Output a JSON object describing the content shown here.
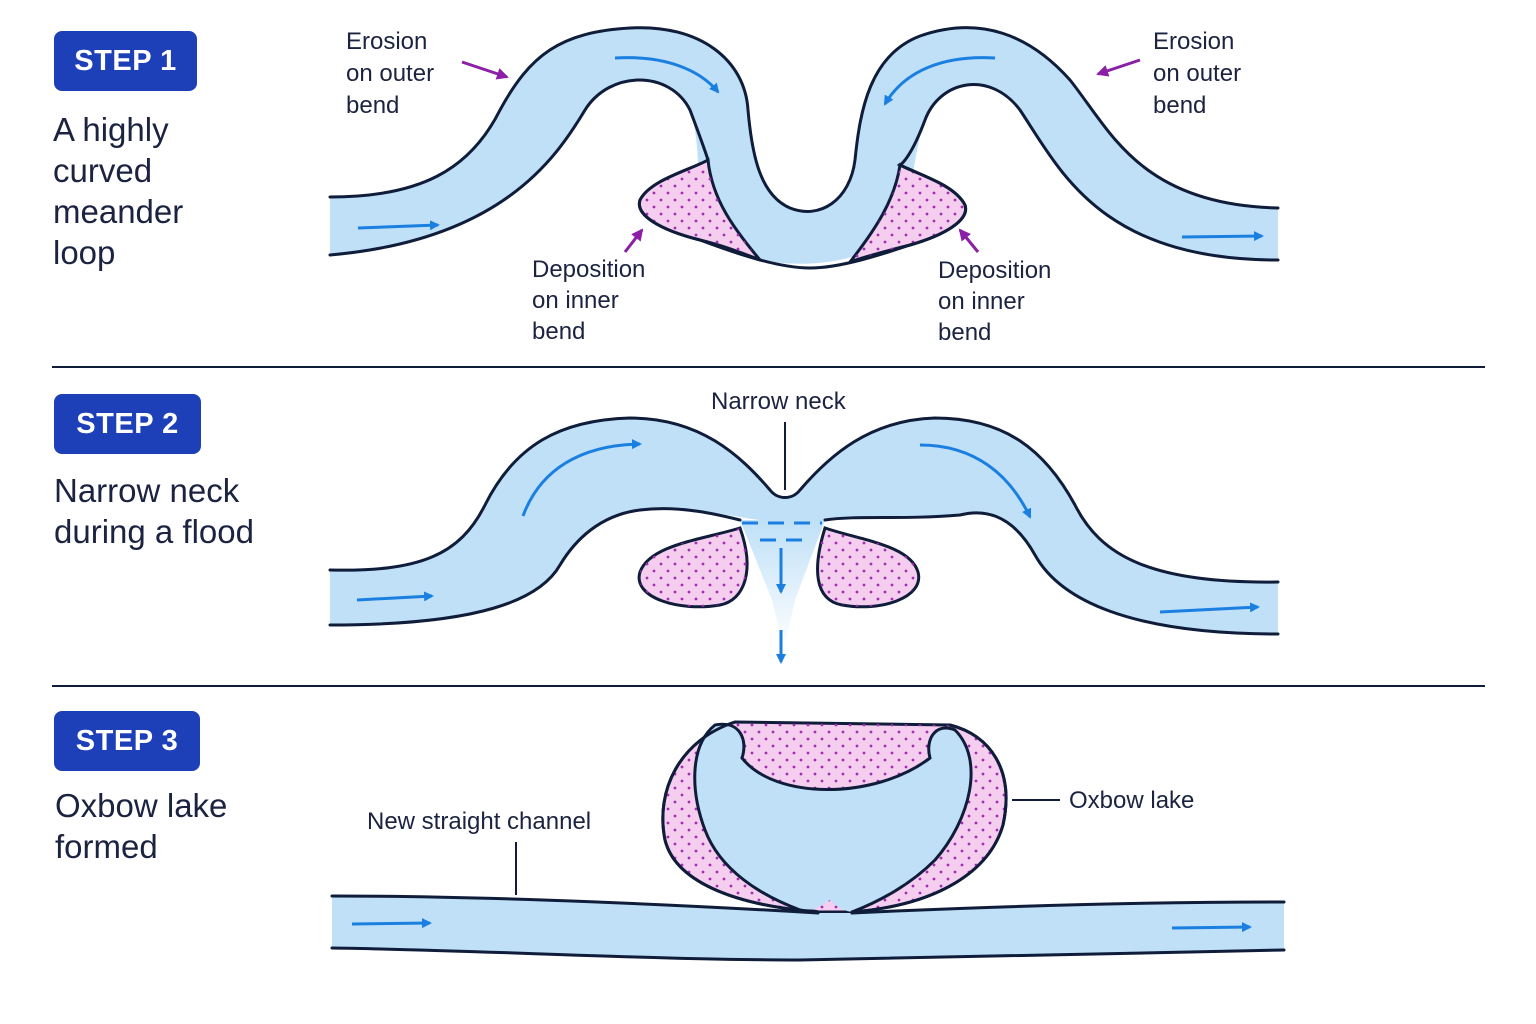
{
  "colors": {
    "water": "#bfe0f7",
    "outline": "#0f1c3a",
    "flow_arrow": "#1a7fe0",
    "deposit": "#f4cdef",
    "deposit_dot": "#a22fb0",
    "pointer_purple": "#8b1fa6",
    "badge": "#1d3fb8"
  },
  "steps": [
    {
      "badge": "STEP 1",
      "description": "A highly\ncurved\nmeander\nloop",
      "labels": {
        "erosion_left": [
          "Erosion",
          "on outer",
          "bend"
        ],
        "erosion_right": [
          "Erosion",
          "on outer",
          "bend"
        ],
        "deposition_left": [
          "Deposition",
          "on inner",
          "bend"
        ],
        "deposition_right": [
          "Deposition",
          "on inner",
          "bend"
        ]
      }
    },
    {
      "badge": "STEP 2",
      "description": "Narrow neck\nduring a flood",
      "labels": {
        "neck": "Narrow neck"
      }
    },
    {
      "badge": "STEP 3",
      "description": "Oxbow lake\nformed",
      "labels": {
        "channel": "New straight channel",
        "lake": "Oxbow lake"
      }
    }
  ]
}
